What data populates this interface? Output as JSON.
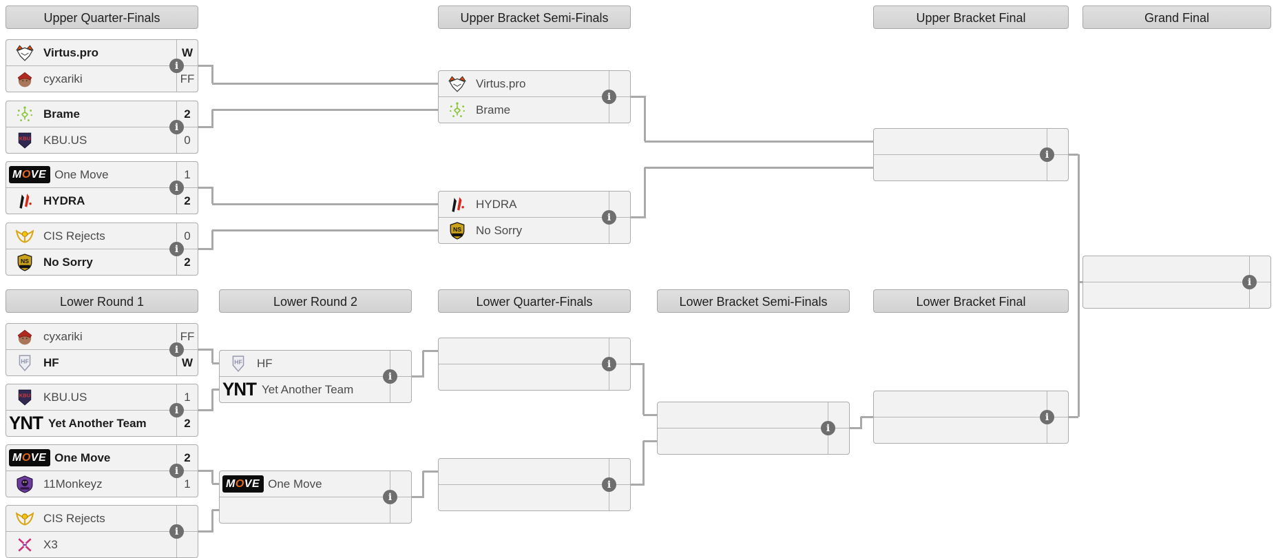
{
  "colors": {
    "box_bg": "#f2f2f2",
    "box_border": "#ababab",
    "header_bg": "#d8d8d8",
    "connector": "#a9a9a9",
    "info_icon_bg": "#6e6e6e",
    "winner_text": "#1c1c1c",
    "normal_text": "#4a4a4a",
    "move_accent": "#e2691c"
  },
  "headers": [
    {
      "id": "upper-quarter-finals",
      "label": "Upper Quarter-Finals"
    },
    {
      "id": "upper-bracket-semi-finals",
      "label": "Upper Bracket Semi-Finals"
    },
    {
      "id": "upper-bracket-final",
      "label": "Upper Bracket Final"
    },
    {
      "id": "grand-final",
      "label": "Grand Final"
    },
    {
      "id": "lower-round-1",
      "label": "Lower Round 1"
    },
    {
      "id": "lower-round-2",
      "label": "Lower Round 2"
    },
    {
      "id": "lower-quarter-finals",
      "label": "Lower Quarter-Finals"
    },
    {
      "id": "lower-bracket-semi-finals",
      "label": "Lower Bracket Semi-Finals"
    },
    {
      "id": "lower-bracket-final",
      "label": "Lower Bracket Final"
    }
  ],
  "teams": {
    "virtuspro": {
      "name": "Virtus.pro",
      "icon": "virtus-pro-bear-icon"
    },
    "cyxariki": {
      "name": "cyxariki",
      "icon": "cyxariki-avatar-icon"
    },
    "brame": {
      "name": "Brame",
      "icon": "brame-circuit-icon"
    },
    "kbuus": {
      "name": "KBU.US",
      "icon": "kbu-shield-icon"
    },
    "onemove": {
      "name": "One Move",
      "icon": "move-wordmark-icon",
      "wide": true,
      "logo_text": "MOVE"
    },
    "hydra": {
      "name": "HYDRA",
      "icon": "hydra-blades-icon"
    },
    "cisrejects": {
      "name": "CIS Rejects",
      "icon": "cis-rejects-wings-icon"
    },
    "nosorry": {
      "name": "No Sorry",
      "icon": "no-sorry-shield-icon"
    },
    "hf": {
      "name": "HF",
      "icon": "hf-shield-icon"
    },
    "yat": {
      "name": "Yet Another Team",
      "icon": "ynt-wordmark-icon",
      "wide": true,
      "logo_text": "YNT"
    },
    "monkeyz": {
      "name": "11Monkeyz",
      "icon": "monkeyz-shield-icon"
    },
    "x3": {
      "name": "X3",
      "icon": "x3-cross-icon"
    }
  },
  "matches": [
    {
      "id": "ubqf1",
      "opponents": [
        {
          "team": "virtuspro",
          "score": "W",
          "winner": true
        },
        {
          "team": "cyxariki",
          "score": "FF"
        }
      ]
    },
    {
      "id": "ubqf2",
      "opponents": [
        {
          "team": "brame",
          "score": "2",
          "winner": true
        },
        {
          "team": "kbuus",
          "score": "0"
        }
      ]
    },
    {
      "id": "ubqf3",
      "opponents": [
        {
          "team": "onemove",
          "score": "1"
        },
        {
          "team": "hydra",
          "score": "2",
          "winner": true
        }
      ]
    },
    {
      "id": "ubqf4",
      "opponents": [
        {
          "team": "cisrejects",
          "score": "0"
        },
        {
          "team": "nosorry",
          "score": "2",
          "winner": true
        }
      ]
    },
    {
      "id": "ubsf1",
      "opponents": [
        {
          "team": "virtuspro",
          "score": ""
        },
        {
          "team": "brame",
          "score": ""
        }
      ]
    },
    {
      "id": "ubsf2",
      "opponents": [
        {
          "team": "hydra",
          "score": ""
        },
        {
          "team": "nosorry",
          "score": ""
        }
      ]
    },
    {
      "id": "ubf",
      "opponents": [
        {
          "score": ""
        },
        {
          "score": ""
        }
      ]
    },
    {
      "id": "gf",
      "opponents": [
        {
          "score": ""
        },
        {
          "score": ""
        }
      ]
    },
    {
      "id": "lbr1m1",
      "opponents": [
        {
          "team": "cyxariki",
          "score": "FF"
        },
        {
          "team": "hf",
          "score": "W",
          "winner": true
        }
      ]
    },
    {
      "id": "lbr1m2",
      "opponents": [
        {
          "team": "kbuus",
          "score": "1"
        },
        {
          "team": "yat",
          "score": "2",
          "winner": true
        }
      ]
    },
    {
      "id": "lbr1m3",
      "opponents": [
        {
          "team": "onemove",
          "score": "2",
          "winner": true
        },
        {
          "team": "monkeyz",
          "score": "1"
        }
      ]
    },
    {
      "id": "lbr1m4",
      "opponents": [
        {
          "team": "cisrejects",
          "score": ""
        },
        {
          "team": "x3",
          "score": ""
        }
      ]
    },
    {
      "id": "lbr2m1",
      "opponents": [
        {
          "team": "hf",
          "score": ""
        },
        {
          "team": "yat",
          "score": ""
        }
      ]
    },
    {
      "id": "lbr2m2",
      "opponents": [
        {
          "team": "onemove",
          "score": ""
        },
        {
          "score": ""
        }
      ]
    },
    {
      "id": "lbqf1",
      "opponents": [
        {
          "score": ""
        },
        {
          "score": ""
        }
      ]
    },
    {
      "id": "lbqf2",
      "opponents": [
        {
          "score": ""
        },
        {
          "score": ""
        }
      ]
    },
    {
      "id": "lbsf",
      "opponents": [
        {
          "score": ""
        },
        {
          "score": ""
        }
      ]
    },
    {
      "id": "lbf",
      "opponents": [
        {
          "score": ""
        },
        {
          "score": ""
        }
      ]
    }
  ],
  "info_icon": {
    "glyph": "i"
  }
}
